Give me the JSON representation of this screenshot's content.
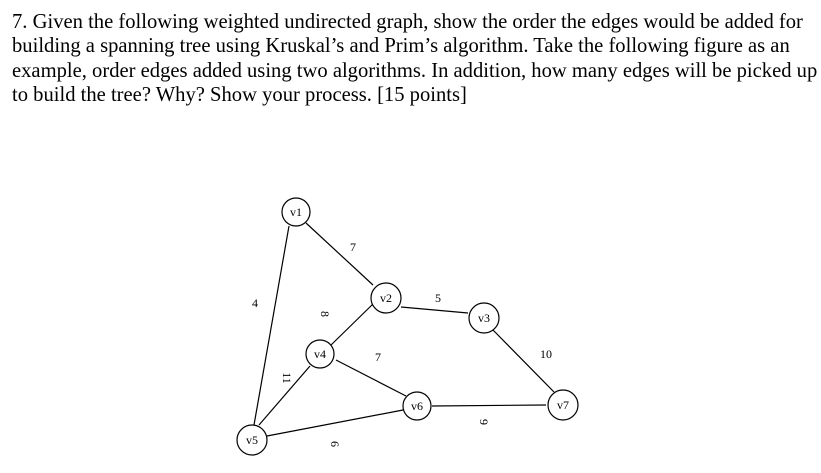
{
  "question": {
    "lines": [
      "7. Given the following weighted undirected graph, show the order the edges would be added for",
      "building a spanning tree using Kruskal’s and Prim’s algorithm. Take the following figure as an",
      "example, order edges added using two algorithms. In addition, how many edges will be picked up",
      "to build the tree? Why? Show your process. [15 points]"
    ]
  },
  "graph": {
    "nodes": [
      "v1",
      "v2",
      "v3",
      "v4",
      "v5",
      "v6",
      "v7"
    ],
    "edges": [
      {
        "from": "v1",
        "to": "v2",
        "weight": "7"
      },
      {
        "from": "v1",
        "to": "v5",
        "weight": "4"
      },
      {
        "from": "v2",
        "to": "v3",
        "weight": "5"
      },
      {
        "from": "v2",
        "to": "v4",
        "weight": "8"
      },
      {
        "from": "v4",
        "to": "v6",
        "weight": "7"
      },
      {
        "from": "v4",
        "to": "v5",
        "weight": "11"
      },
      {
        "from": "v5",
        "to": "v6",
        "weight": "6"
      },
      {
        "from": "v6",
        "to": "v7",
        "weight": "9"
      },
      {
        "from": "v3",
        "to": "v7",
        "weight": "10"
      }
    ]
  }
}
